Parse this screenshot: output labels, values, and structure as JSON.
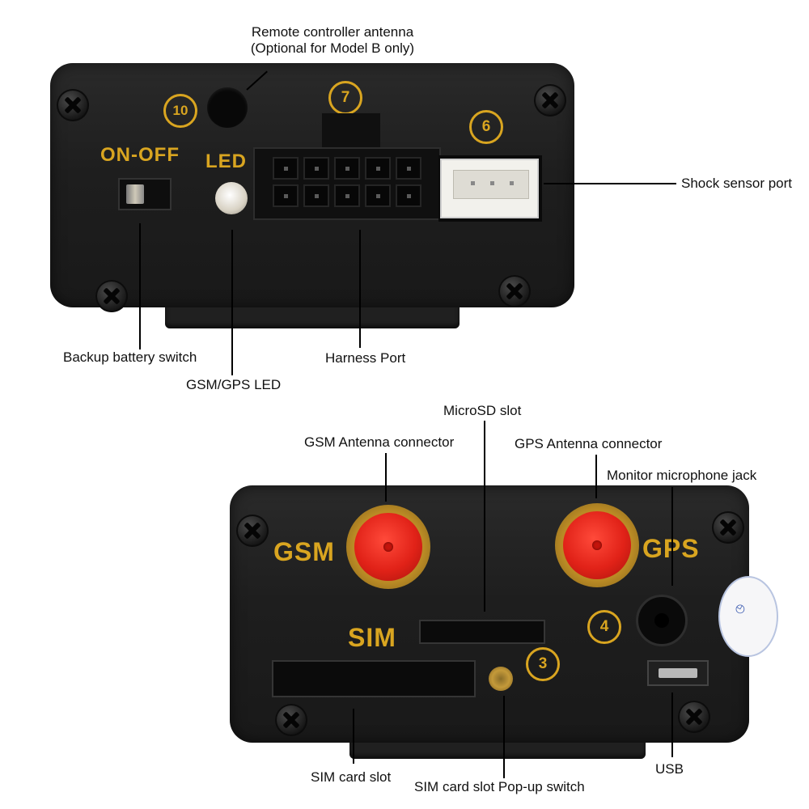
{
  "top_device": {
    "markings": {
      "num10": "10",
      "num7": "7",
      "num6": "6",
      "on_off": "ON-OFF",
      "led": "LED"
    }
  },
  "bottom_device": {
    "markings": {
      "gsm": "GSM",
      "gps": "GPS",
      "sim": "SIM",
      "num3": "3",
      "num4": "4"
    }
  },
  "labels": {
    "remote_antenna_line1": "Remote controller antenna",
    "remote_antenna_line2": "(Optional for Model B only)",
    "shock_sensor_port": "Shock sensor port",
    "backup_battery_switch": "Backup battery switch",
    "gsm_gps_led": "GSM/GPS LED",
    "harness_port": "Harness Port",
    "microsd_slot": "MicroSD slot",
    "gsm_antenna_connector": "GSM Antenna connector",
    "gps_antenna_connector": "GPS Antenna connector",
    "monitor_microphone_jack": "Monitor microphone jack",
    "sim_card_slot": "SIM card slot",
    "sim_popup_switch": "SIM card slot Pop-up switch",
    "usb": "USB"
  },
  "colors": {
    "marking_gold": "#d9a520",
    "connector_red": "#e12218",
    "panel_black": "#1e1e1e"
  }
}
